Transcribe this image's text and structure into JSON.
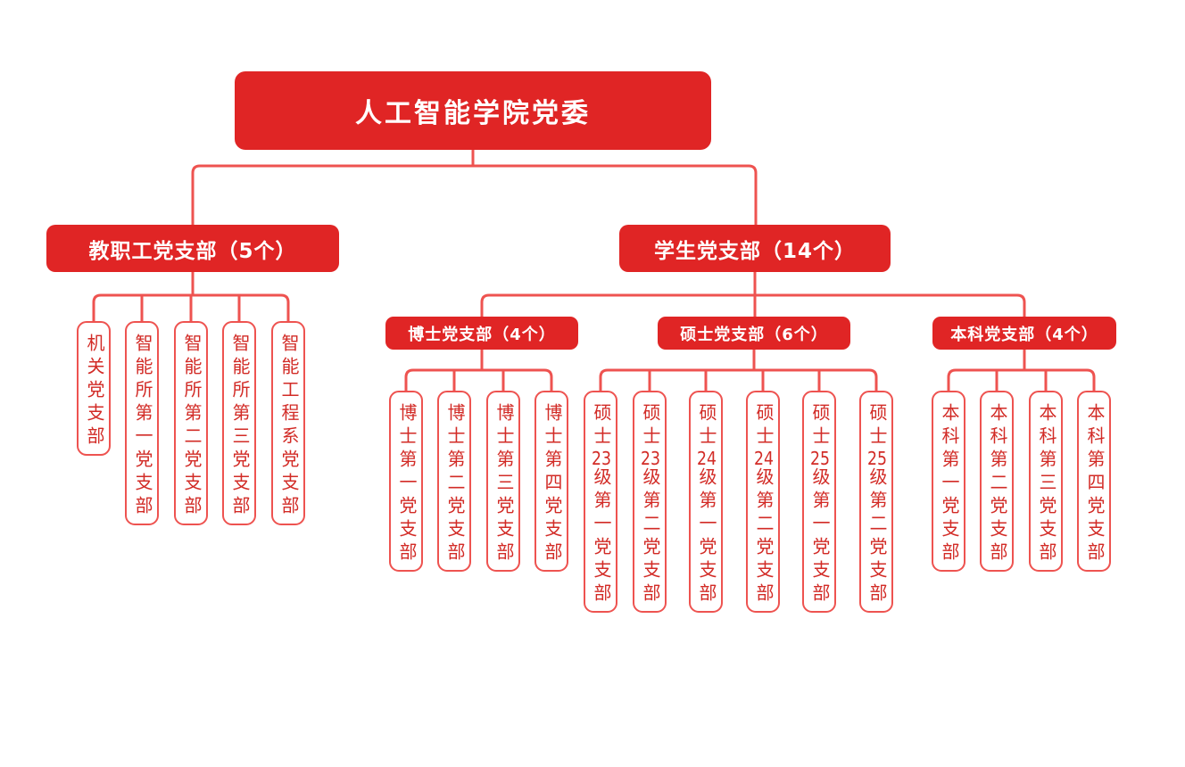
{
  "colors": {
    "node_fill_red": "#e02525",
    "connector_red": "#ee5350",
    "leaf_border_red": "#ee5350",
    "leaf_text_red": "#d22b26",
    "node_text": "#ffffff",
    "background": "#ffffff"
  },
  "org": {
    "root": "人工智能学院党委",
    "faculty": {
      "label": "教职工党支部（5个）",
      "children": [
        "机关党支部",
        "智能所第一党支部",
        "智能所第二党支部",
        "智能所第三党支部",
        "智能工程系党支部"
      ]
    },
    "students": {
      "label": "学生党支部（14个）",
      "groups": [
        {
          "label": "博士党支部（4个）",
          "children": [
            "博士第一党支部",
            "博士第二党支部",
            "博士第三党支部",
            "博士第四党支部"
          ]
        },
        {
          "label": "硕士党支部（6个）",
          "children": [
            "硕士23级第一党支部",
            "硕士23级第二党支部",
            "硕士24级第一党支部",
            "硕士24级第二党支部",
            "硕士25级第一党支部",
            "硕士25级第二党支部"
          ]
        },
        {
          "label": "本科党支部（4个）",
          "children": [
            "本科第一党支部",
            "本科第二党支部",
            "本科第三党支部",
            "本科第四党支部"
          ]
        }
      ]
    }
  }
}
